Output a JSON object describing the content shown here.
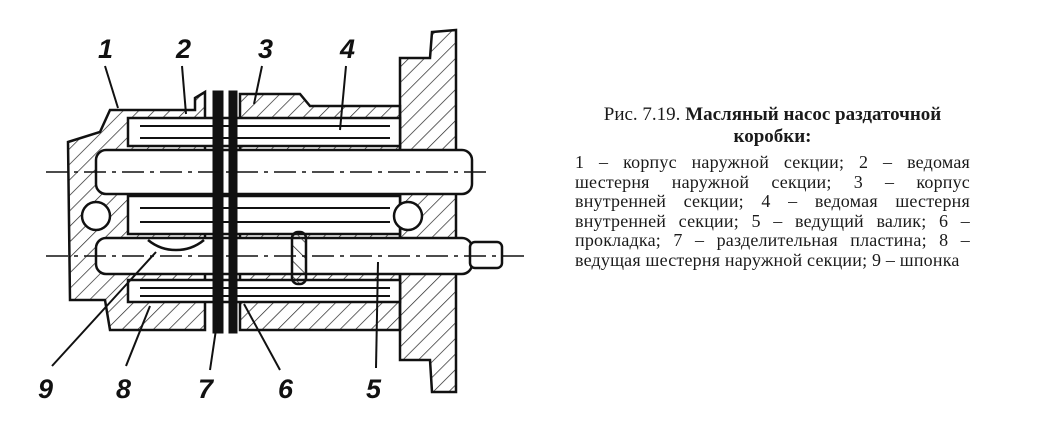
{
  "figure": {
    "caption_prefix": "Рис. 7.19.",
    "caption_title": "Масляный насос раздаточной коробки:",
    "legend_text": "1 – корпус наружной секции; 2 – ведомая шестерня наружной секции; 3 – корпус внутренней секции; 4 – ведомая шестерня внутренней секции; 5 – ведущий валик; 6 – прокладка; 7 – разделительная пластина; 8 – ведущая шестерня наружной секции; 9 – шпонка",
    "callouts": [
      "1",
      "2",
      "3",
      "4",
      "5",
      "6",
      "7",
      "8",
      "9"
    ]
  }
}
